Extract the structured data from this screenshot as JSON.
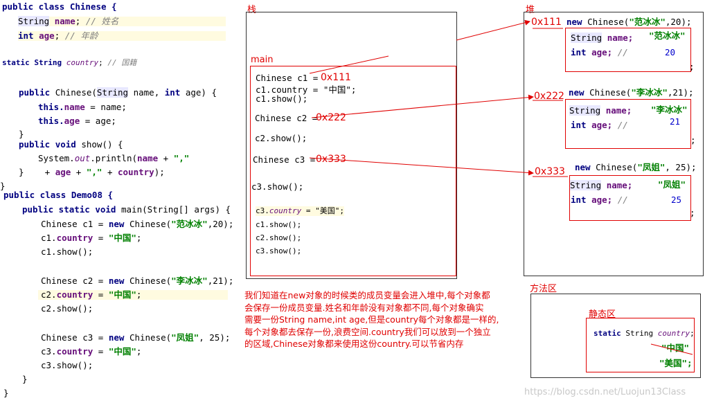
{
  "code": {
    "class_chinese": "public class Chinese {",
    "field_name_type": "String",
    "field_name": "name",
    "field_name_comment": "// 姓名",
    "field_age_type": "int",
    "field_age": "age",
    "field_age_comment": "// 年龄",
    "static_line": "static String",
    "static_field": "country",
    "static_comment": "// 国籍",
    "ctor_sig_pre": "public",
    "ctor_sig_name": "Chinese(",
    "ctor_sig_str": "String",
    "ctor_sig_rest": " name,",
    "ctor_sig_int": "int",
    "ctor_sig_end": " age) {",
    "ctor_this": "this.",
    "ctor_body1_rest": " = name;",
    "ctor_body2_rest": " = age;",
    "close_brace": "}",
    "show_pub": "public",
    "show_void": "void",
    "show_sig": " show() {",
    "println_pre": "System.",
    "println_out": "out",
    "println_mid": ".println(",
    "println_name": "name",
    "println_plus": " + ",
    "println_comma": "\",\"",
    "println_plus2": " + ",
    "println_age": "age",
    "println_comma2": "\",\"",
    "println_country": "country",
    "println_end": ");",
    "demo_class": "public class Demo08 {",
    "main_sig_kw": "public static void",
    "main_sig_rest": " main(String[] args) {",
    "c1_decl_pre": "Chinese c1 = ",
    "new_kw": "new",
    "c1_decl_ctor": " Chinese(",
    "c1_str": "\"范冰冰\"",
    "c1_num": ",20);",
    "c1_country_pre": "c1.",
    "country_field": "country",
    "assign_eq": " = ",
    "china_str": "\"中国\"",
    "semi": ";",
    "c1_show": "c1.show();",
    "c2_decl_pre": "Chinese c2 = ",
    "c2_str": "\"李冰冰\"",
    "c2_num": ",21);",
    "c2_country_pre": "c2.",
    "c2_show": "c2.show();",
    "c3_decl_pre": "Chinese c3 = ",
    "c3_str": "\"凤姐\"",
    "c3_num": ", 25);",
    "c3_country_pre": "c3.",
    "c3_show": "c3.show();"
  },
  "stack": {
    "title": "栈",
    "main_label": "main",
    "c1_line": "Chinese c1 =",
    "c1_addr": "0x111",
    "c1_country": "c1.country = \"中国\";",
    "c1_show": "c1.show();",
    "c2_line": "Chinese c2 =",
    "c2_addr": "0x222",
    "c2_show": "c2.show();",
    "c3_line": "Chinese c3 =",
    "c3_addr": "0x333",
    "c3_show": "c3.show();",
    "c3_country_pre": "c3.",
    "c3_country_field": "country",
    "c3_country_rest": " = \"美国\";",
    "s1": "c1.show();",
    "s2": "c2.show();",
    "s3": "c3.show();"
  },
  "heap": {
    "title": "堆",
    "objects": [
      {
        "addr": "0x111",
        "header_new": "new",
        "header_ctor": " Chinese(",
        "header_str": "\"范冰冰\"",
        "header_num": ",20);",
        "name_type": "String",
        "name_field": "name;",
        "name_value": "\"范冰冰\"",
        "age_type": "int",
        "age_field": "age;",
        "age_comment": "//",
        "age_value": "20",
        "semi": ";"
      },
      {
        "addr": "0x222",
        "header_new": "new",
        "header_ctor": " Chinese(",
        "header_str": "\"李冰冰\"",
        "header_num": ",21);",
        "name_type": "String",
        "name_field": "name;",
        "name_value": "\"李冰冰\"",
        "age_type": "int",
        "age_field": "age;",
        "age_comment": "//",
        "age_value": "21",
        "semi": ";"
      },
      {
        "addr": "0x333",
        "header_new": "new",
        "header_ctor": " Chinese(",
        "header_str": "\"凤姐\"",
        "header_num": ", 25);",
        "name_type": "String",
        "name_field": "name;",
        "name_value": "\"凤姐\"",
        "age_type": "int",
        "age_field": "age;",
        "age_comment": "//",
        "age_value": "25",
        "semi": ";"
      }
    ]
  },
  "method_area": {
    "title": "方法区",
    "static_title": "静态区",
    "static_kw": "static",
    "static_type": " String",
    "static_field": "country",
    "static_semi": ";",
    "old_value": "\"中国\"",
    "new_value": "\"美国\";"
  },
  "explanation": "我们知道在new对象的时候类的成员变量会进入堆中,每个对象都\n会保存一份成员变量.姓名和年龄没有对象都不同,每个对象确实\n需要一份String name,int age,但是country每个对象都是一样的,\n每个对象都去保存一份,浪费空间.country我们可以放到一个独立\n的区域,Chinese对象都来使用这份country.可以节省内存",
  "watermark": "https://blog.csdn.net/Luojun13Class"
}
